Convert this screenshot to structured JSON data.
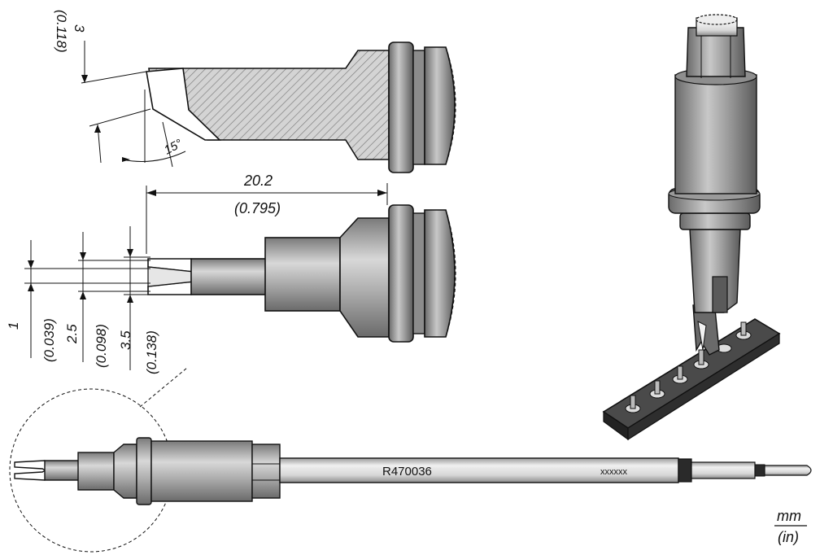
{
  "dimensions": {
    "angle_label": "15°",
    "tip_thickness": {
      "mm": "3",
      "in": "(0.118)"
    },
    "length": {
      "mm": "20.2",
      "in": "(0.795)"
    },
    "widths": [
      {
        "mm": "1",
        "in": "(0.039)"
      },
      {
        "mm": "2.5",
        "in": "(0.098)"
      },
      {
        "mm": "3.5",
        "in": "(0.138)"
      }
    ]
  },
  "cartridge": {
    "part_number": "R470036",
    "code_marking": "xxxxxx"
  },
  "units": {
    "primary": "mm",
    "secondary": "(in)"
  },
  "colors": {
    "body": "#a6a6a6",
    "body_light": "#cfcfcf",
    "body_dark": "#6e6e6e",
    "hatch": "#8a8a8a",
    "outline": "#111111",
    "board": "#3a3a3a"
  }
}
